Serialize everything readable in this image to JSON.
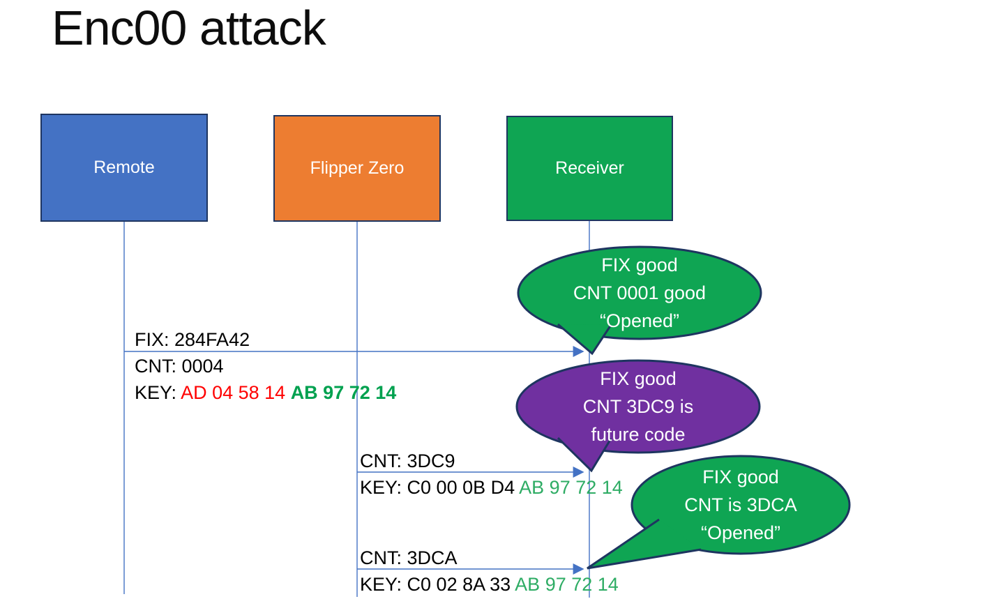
{
  "title": "Enc00 attack",
  "actors": {
    "remote": {
      "label": "Remote"
    },
    "flipper": {
      "label": "Flipper Zero"
    },
    "receiver": {
      "label": "Receiver"
    }
  },
  "messages": {
    "m1": {
      "fix": "FIX: 284FA42",
      "cnt": "CNT: 0004",
      "key_label": "KEY: ",
      "key_red": "AD 04 58 14 ",
      "key_green": "AB 97 72 14"
    },
    "m2": {
      "cnt": "CNT: 3DC9",
      "key_label": "KEY: C0 00 0B D4 ",
      "key_green": "AB 97 72 14"
    },
    "m3": {
      "cnt": "CNT: 3DCA",
      "key_label": "KEY: C0 02 8A 33 ",
      "key_green": "AB 97 72 14"
    }
  },
  "bubbles": [
    {
      "line1": "FIX good",
      "line2": "CNT 0001 good",
      "line3": "“Opened”",
      "color": "#0FA553"
    },
    {
      "line1": "FIX good",
      "line2": "CNT 3DC9 is",
      "line3": "future code",
      "color": "#7030A0"
    },
    {
      "line1": "FIX good",
      "line2": "CNT is 3DCA",
      "line3": "“Opened”",
      "color": "#0FA553"
    }
  ],
  "colors": {
    "remote_blue": "#4472C4",
    "flipper_orange": "#ED7D31",
    "receiver_green": "#0FA553",
    "bubble_green": "#0FA553",
    "bubble_purple": "#7030A0",
    "outline_navy": "#1E3560",
    "line_blue": "#4472C4",
    "key_red": "#FF0000",
    "key_green_bold": "#00A14F",
    "key_green": "#2EAC64",
    "text_black": "#000000",
    "title_black": "#0D0D0D"
  }
}
